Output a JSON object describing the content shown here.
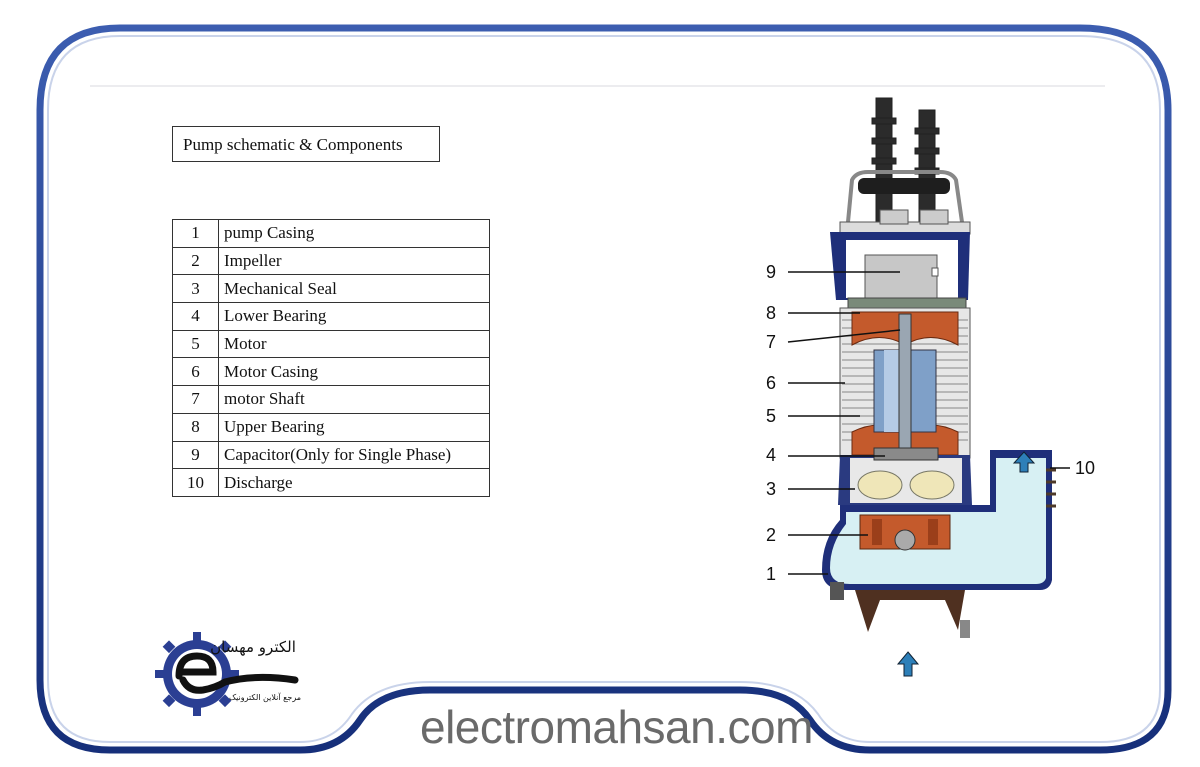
{
  "title": "Pump schematic & Components",
  "components": [
    {
      "num": "1",
      "label": "pump Casing"
    },
    {
      "num": "2",
      "label": "Impeller"
    },
    {
      "num": "3",
      "label": "Mechanical Seal"
    },
    {
      "num": "4",
      "label": "Lower Bearing"
    },
    {
      "num": "5",
      "label": "Motor"
    },
    {
      "num": "6",
      "label": "Motor Casing"
    },
    {
      "num": "7",
      "label": "motor Shaft"
    },
    {
      "num": "8",
      "label": "Upper Bearing"
    },
    {
      "num": "9",
      "label": "Capacitor(Only for Single Phase)"
    },
    {
      "num": "10",
      "label": "Discharge"
    }
  ],
  "callouts": [
    "9",
    "8",
    "7",
    "6",
    "5",
    "4",
    "3",
    "2",
    "1",
    "10"
  ],
  "logo": {
    "text_main": "الكترو مهسان",
    "text_sub": "مرجع آنلاین الکترونیک"
  },
  "watermark": "electromahsan.com",
  "colors": {
    "frame_blue": "#1f3d8f",
    "casing_blue": "#1f2f7a",
    "water": "#d7f0f3",
    "copper": "#c45a2c",
    "rotor": "#7fa0c8",
    "arrow": "#2d7fb8"
  }
}
